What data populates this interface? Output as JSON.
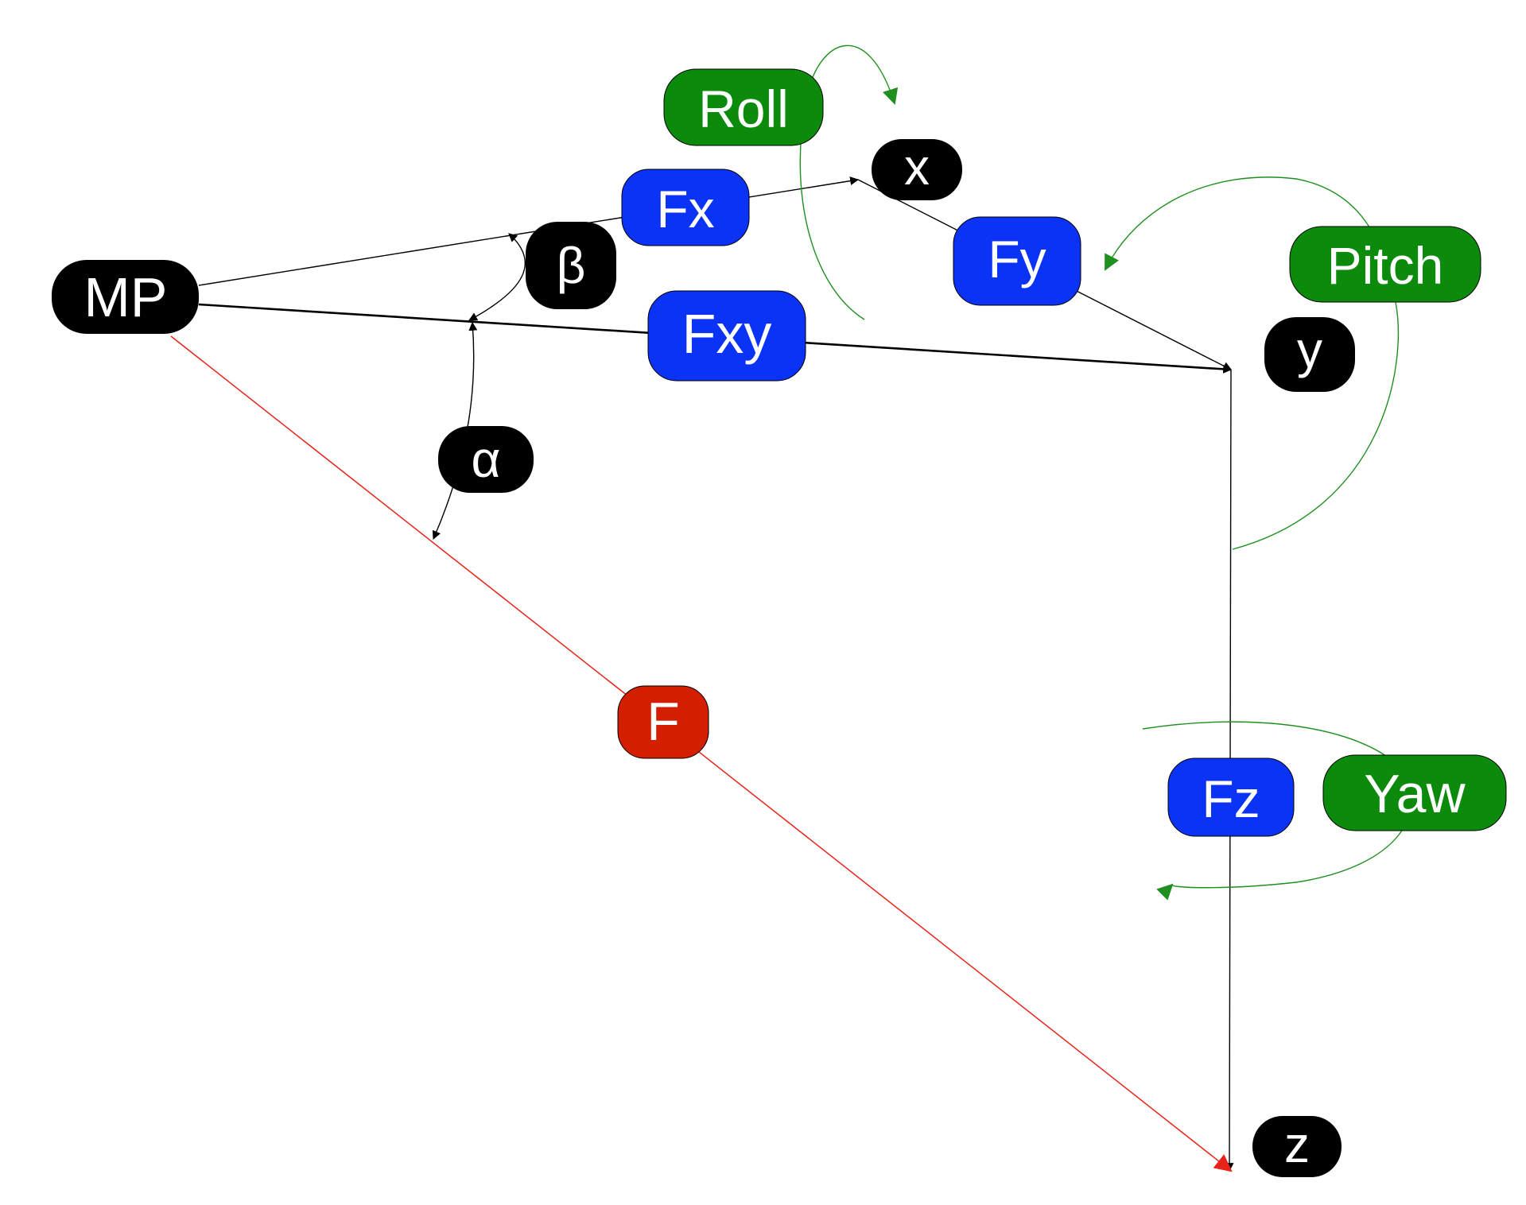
{
  "colors": {
    "node_black": "#000000",
    "node_blue": "#0a33f5",
    "node_green": "#0b8a0b",
    "node_red": "#d41e00",
    "edge_black": "#000000",
    "edge_red": "#e8241a",
    "edge_green": "#1f8f1f",
    "node_text": "#ffffff"
  },
  "nodes": {
    "mp": "MP",
    "x": "x",
    "y": "y",
    "z": "z",
    "fx": "Fx",
    "fy": "Fy",
    "fz": "Fz",
    "fxy": "Fxy",
    "f": "F",
    "alpha": "α",
    "beta": "β",
    "roll": "Roll",
    "pitch": "Pitch",
    "yaw": "Yaw"
  }
}
